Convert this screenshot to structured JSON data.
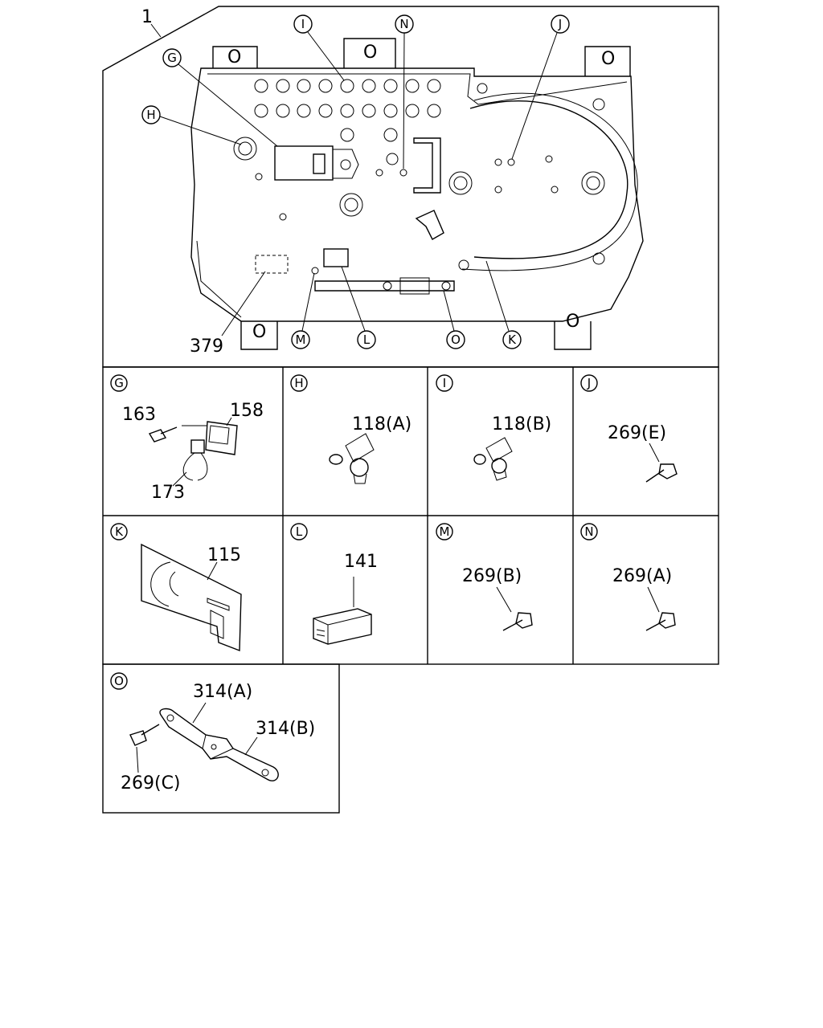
{
  "main": {
    "assembly_label": "1",
    "callouts": [
      "G",
      "H",
      "I",
      "N",
      "J",
      "M",
      "L",
      "O",
      "K"
    ],
    "part_label_379": "379",
    "pad_mark": "O"
  },
  "panels": {
    "G": {
      "letter": "G",
      "parts": [
        "163",
        "158",
        "173"
      ]
    },
    "H": {
      "letter": "H",
      "parts": [
        "118(A)"
      ]
    },
    "I": {
      "letter": "I",
      "parts": [
        "118(B)"
      ]
    },
    "J": {
      "letter": "J",
      "parts": [
        "269(E)"
      ]
    },
    "K": {
      "letter": "K",
      "parts": [
        "115"
      ]
    },
    "L": {
      "letter": "L",
      "parts": [
        "141"
      ]
    },
    "M": {
      "letter": "M",
      "parts": [
        "269(B)"
      ]
    },
    "N": {
      "letter": "N",
      "parts": [
        "269(A)"
      ]
    },
    "O": {
      "letter": "O",
      "parts": [
        "314(A)",
        "314(B)",
        "269(C)"
      ]
    }
  }
}
